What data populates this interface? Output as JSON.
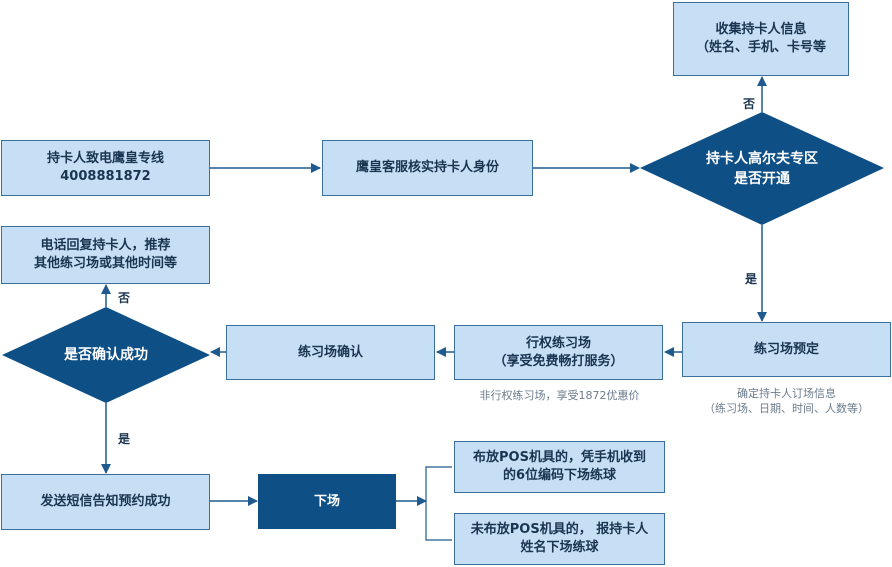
{
  "nodes": {
    "collect_info": {
      "line1": "收集持卡人信息",
      "line2": "（姓名、手机、卡号等"
    },
    "call_hotline": {
      "line1": "持卡人致电鹰皇专线",
      "line2": "4008881872"
    },
    "verify_identity": {
      "line1": "鹰皇客服核实持卡人身份"
    },
    "zone_open": {
      "line1": "持卡人高尔夫专区",
      "line2": "是否开通"
    },
    "reply_recommend": {
      "line1": "电话回复持卡人，推荐",
      "line2": "其他练习场或其他时间等"
    },
    "confirm_success": {
      "line1": "是否确认成功"
    },
    "range_confirm": {
      "line1": "练习场确认"
    },
    "rights_range": {
      "line1": "行权练习场",
      "line2": "（享受免费畅打服务）"
    },
    "range_booking": {
      "line1": "练习场预定"
    },
    "send_sms": {
      "line1": "发送短信告知预约成功"
    },
    "go_field": {
      "line1": "下场"
    },
    "pos_yes": {
      "line1": "布放POS机具的，凭手机收到",
      "line2": "的6位编码下场练球"
    },
    "pos_no": {
      "line1": "未布放POS机具的， 报持卡人",
      "line2": "姓名下场练球"
    }
  },
  "notes": {
    "non_rights": "非行权练习场，享受1872优惠价",
    "confirm_order_1": "确定持卡人订场信息",
    "confirm_order_2": "（练习场、日期、时间、人数等）"
  },
  "edge_labels": {
    "no_top": "否",
    "yes_right": "是",
    "no_left": "否",
    "yes_left": "是"
  },
  "colors": {
    "box_fill": "#c6dff5",
    "box_border": "#3b6f9e",
    "dark_fill": "#0e4f86",
    "arrow": "#1f5a8f"
  }
}
